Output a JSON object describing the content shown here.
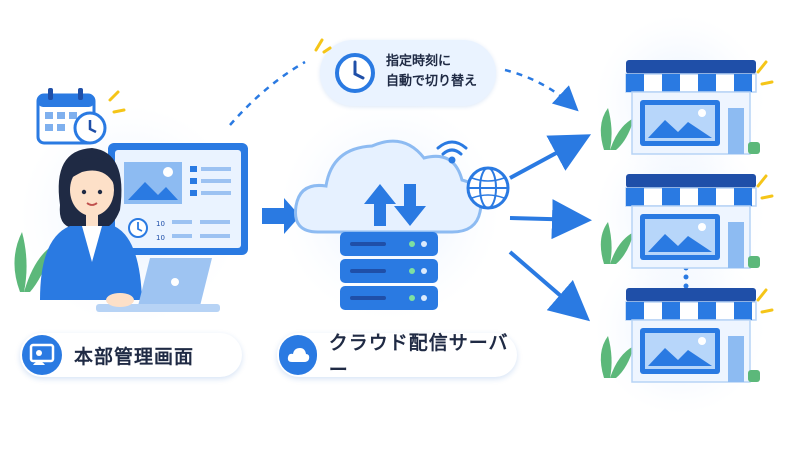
{
  "left_label": {
    "text": "本部管理画面",
    "icon": "admin-user-icon"
  },
  "center_label": {
    "text": "クラウド配信サーバー",
    "icon": "cloud-icon"
  },
  "schedule_bubble": {
    "line1": "指定時刻に",
    "line2": "自動で切り替え",
    "icon": "clock-icon"
  },
  "panel_times": [
    "10",
    "10"
  ],
  "colors": {
    "primary": "#2a7ae2",
    "light": "#dbeafc",
    "dark": "#1f4fa8",
    "accent": "#f5c518",
    "leaf": "#5cb87a"
  }
}
